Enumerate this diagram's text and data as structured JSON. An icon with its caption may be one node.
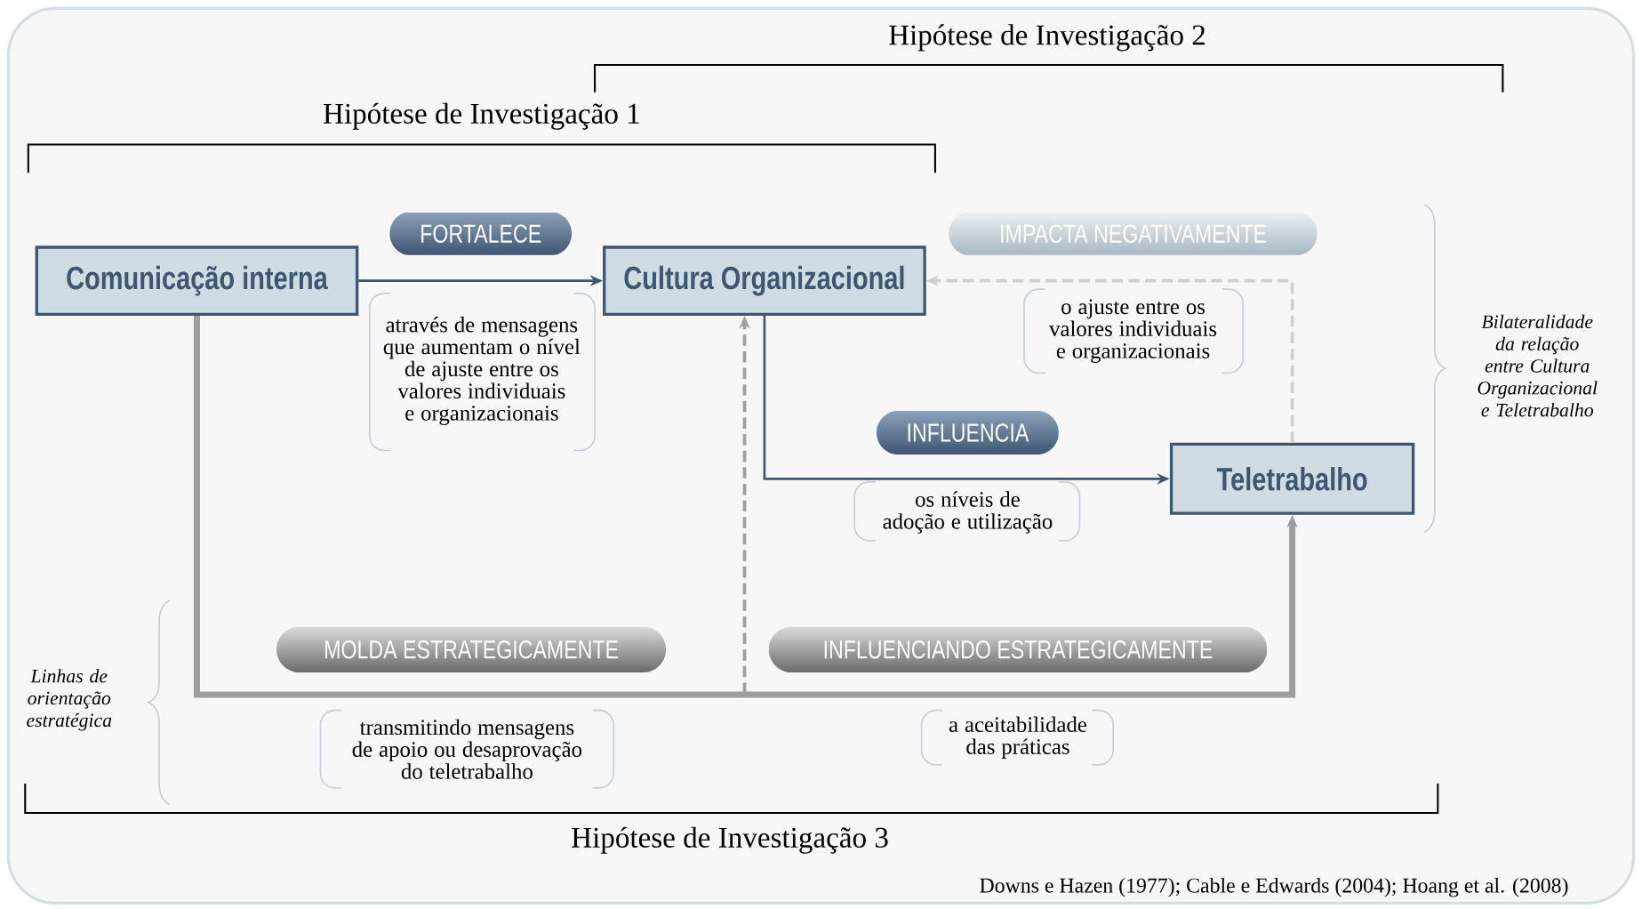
{
  "diagram": {
    "caption": "Downs e Hazen (1977); Cable e Edwards (2004); Hoang et al. (2008)",
    "nodes": [
      {
        "text": [
          "FORTALECE"
        ]
      },
      {
        "text": [
          "IMPACTA NEGATIVAMENTE"
        ]
      },
      {
        "text": [
          "Comunicação interna"
        ]
      },
      {
        "text": [
          "Cultura Organizacional"
        ]
      },
      {
        "text": [
          "INFLUENCIA"
        ]
      },
      {
        "text": [
          "Teletrabalho"
        ]
      },
      {
        "text": [
          "MOLDA ESTRATEGICAMENTE"
        ]
      },
      {
        "text": [
          "INFLUENCIANDO ESTRATEGICAMENTE"
        ]
      }
    ],
    "edges": [
      {
        "from": 2,
        "to": 3,
        "arrow": "to"
      },
      {
        "from": 5,
        "to": 3,
        "arrow": "to",
        "style": "dashed",
        "color": "#cfcfcf"
      },
      {
        "from": 3,
        "to": 5,
        "arrow": "to"
      },
      {
        "from": 2,
        "to": 5,
        "arrow": "to",
        "style": "thick",
        "color": "#9e9e9e"
      },
      {
        "from": 2,
        "to": 3,
        "arrow": "to",
        "style": "dashed",
        "color": "#9e9e9e"
      }
    ],
    "labels": [
      "Hipótese de Investigação 2",
      "Hipótese de Investigação 1",
      "através de mensagens que aumentam o nível de ajuste entre os valores individuais e organizacionais",
      "o ajuste entre os valores individuais e organizacionais",
      "Bilateralidade da relação entre Cultura Organizacional e Teletrabalho",
      "os níveis de adoção e utilização",
      "Linhas de orientação estratégica",
      "transmitindo mensagens de apoio ou desaprovação do teletrabalho",
      "a aceitabilidade das práticas",
      "Hipótese de Investigação 3"
    ]
  }
}
